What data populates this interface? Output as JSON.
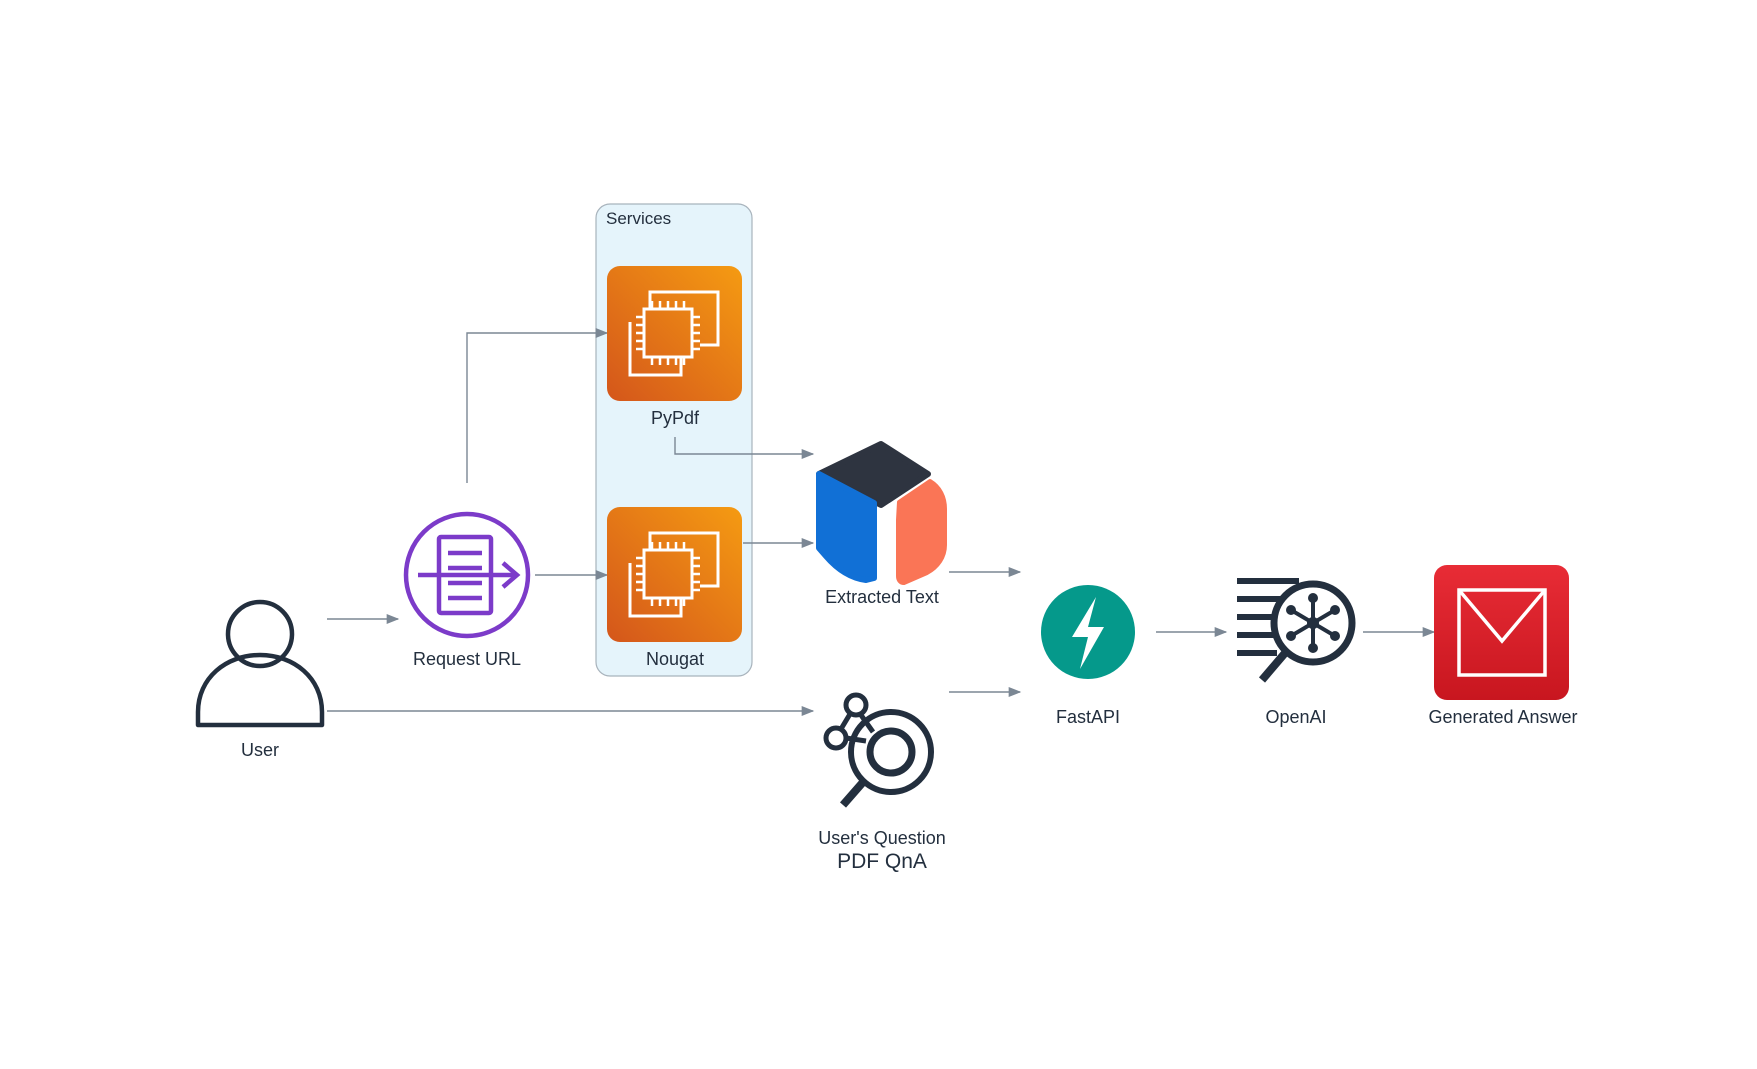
{
  "diagram": {
    "title": "PDF QnA",
    "cluster": {
      "label": "Services"
    },
    "nodes": {
      "user": "User",
      "request_url": "Request URL",
      "pypdf": "PyPdf",
      "nougat": "Nougat",
      "extracted_text": "Extracted Text",
      "users_question": "User's Question",
      "fastapi": "FastAPI",
      "openai": "OpenAI",
      "generated_answer": "Generated Answer"
    },
    "icons": {
      "user": "user-icon",
      "request_url": "request-url-icon",
      "pypdf": "ec2-instance-icon",
      "nougat": "ec2-instance-icon",
      "extracted_text": "airbyte-icon",
      "users_question": "search-graph-icon",
      "fastapi": "lightning-bolt-icon",
      "openai": "search-network-icon",
      "generated_answer": "mail-icon"
    },
    "colors": {
      "edge": "#7B8794",
      "cluster_fill": "#E5F4FB",
      "cluster_border": "#A8B3BC",
      "ec2_orange_top": "#F28A0F",
      "ec2_orange_bottom": "#D4581A",
      "request_purple": "#7C3BC9",
      "fastapi_teal": "#05998B",
      "mail_red": "#D91E2A",
      "airbyte_blue": "#1170D6",
      "airbyte_dark": "#2E3440",
      "airbyte_orange": "#FA7556",
      "icon_dark": "#232F3E"
    }
  }
}
